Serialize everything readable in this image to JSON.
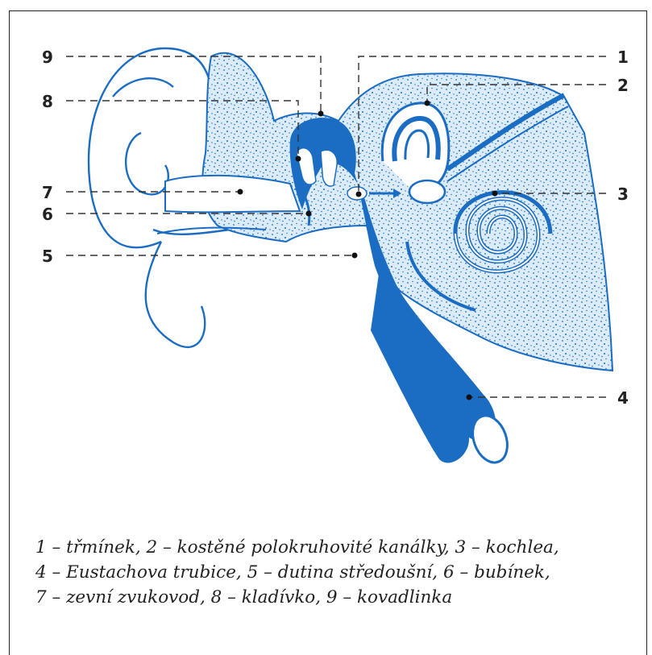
{
  "labels": [
    "1",
    "2",
    "3",
    "4",
    "5",
    "6",
    "7",
    "8",
    "9"
  ],
  "caption": {
    "line1": "1 – třmínek, 2 – kostěné polokruhovité kanálky, 3 – kochlea,",
    "line2": "4 – Eustachova trubice, 5 – dutina středoušní, 6 – bubínek,",
    "line3": "7 – zevní zvukovod, 8 – kladívko, 9 – kovadlinka"
  },
  "colors": {
    "fill_blue": "#1a6dc2",
    "tissue": "#d9e9f7",
    "outline": "#1a6dc2",
    "text": "#222222"
  }
}
